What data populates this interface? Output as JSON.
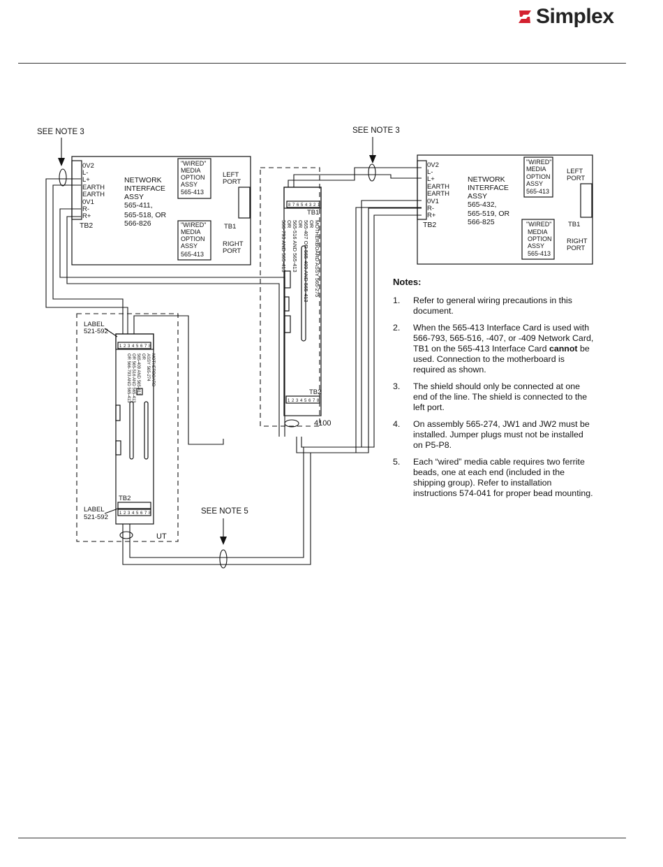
{
  "brand": {
    "name": "Simplex",
    "color": "#d3202f",
    "icon": "simplex-logo-s-icon"
  },
  "labels": {
    "see_note_3": "SEE NOTE 3",
    "see_note_5": "SEE NOTE 5",
    "panel_4100": "4100",
    "panel_ut": "UT",
    "label_521": "LABEL",
    "label_521_num": "521-592",
    "tb2": "TB2",
    "tb1": "TB1"
  },
  "left_nic": {
    "terminals": [
      "0V2",
      "L-",
      "L+",
      "EARTH",
      "EARTH",
      "0V1",
      "R-",
      "R+"
    ],
    "title": [
      "NETWORK",
      "INTERFACE",
      "ASSY",
      "565-411,",
      "565-518, OR",
      "566-826"
    ],
    "media_top": [
      "\"WIRED\"",
      "MEDIA",
      "OPTION",
      "ASSY",
      "565-413"
    ],
    "media_bottom": [
      "\"WIRED\"",
      "MEDIA",
      "OPTION",
      "ASSY",
      "565-413"
    ],
    "left_port": [
      "LEFT",
      "PORT"
    ],
    "right_port": [
      "RIGHT",
      "PORT"
    ]
  },
  "right_nic": {
    "terminals": [
      "0V2",
      "L-",
      "L+",
      "EARTH",
      "EARTH",
      "0V1",
      "R-",
      "R+"
    ],
    "title": [
      "NETWORK",
      "INTERFACE",
      "ASSY",
      "565-432,",
      "565-519, OR",
      "566-825"
    ],
    "media_top": [
      "\"WIRED\"",
      "MEDIA",
      "OPTION",
      "ASSY",
      "565-413"
    ],
    "media_bottom": [
      "\"WIRED\"",
      "MEDIA",
      "OPTION",
      "ASSY",
      "565-413"
    ],
    "left_port": [
      "LEFT",
      "PORT"
    ],
    "right_port": [
      "RIGHT",
      "PORT"
    ]
  },
  "motherboard_4100": {
    "text": [
      "MOTHERBOARD ASSY 565-275",
      "OR",
      "565-407 OR 565-409 AND 565-413",
      "OR",
      "565-516 AND 565-413",
      "OR",
      "566-793 AND 565-413"
    ],
    "tb1_pins": [
      "8",
      "7",
      "6",
      "5",
      "4",
      "3",
      "2",
      "1"
    ],
    "tb2_pins": [
      "1",
      "2",
      "3",
      "4",
      "5",
      "6",
      "7",
      "8"
    ]
  },
  "motherboard_ut": {
    "text": [
      "MOTHERBOARD",
      "ASSY 565-274",
      "OR",
      "565-409 AND 565-413",
      "OR 565-516 AND 565-413",
      "OR 566-793 AND 565-413"
    ],
    "top_pins": [
      "1",
      "2",
      "3",
      "4",
      "5",
      "6",
      "7",
      "8"
    ],
    "bottom_pins": [
      "1",
      "2",
      "3",
      "4",
      "5",
      "6",
      "7",
      "8"
    ]
  },
  "notes": {
    "title": "Notes:",
    "items": [
      {
        "num": "1.",
        "text": "Refer to general wiring precautions in this document."
      },
      {
        "num": "2.",
        "pre": "When the 565-413 Interface Card is used with 566-793, 565-516, -407, or -409 Network Card, TB1 on the 565-413 Interface Card ",
        "bold": "cannot",
        "post": " be used. Connection to the motherboard is required as shown."
      },
      {
        "num": "3.",
        "text": "The shield should only be connected at one end of the line. The shield is connected to the left port."
      },
      {
        "num": "4.",
        "text": "On assembly 565-274, JW1 and JW2 must be installed. Jumper plugs must not be installed on P5-P8."
      },
      {
        "num": "5.",
        "text": "Each “wired” media cable requires two ferrite beads, one at each end (included in the shipping group). Refer to installation instructions 574-041 for proper bead mounting."
      }
    ]
  }
}
